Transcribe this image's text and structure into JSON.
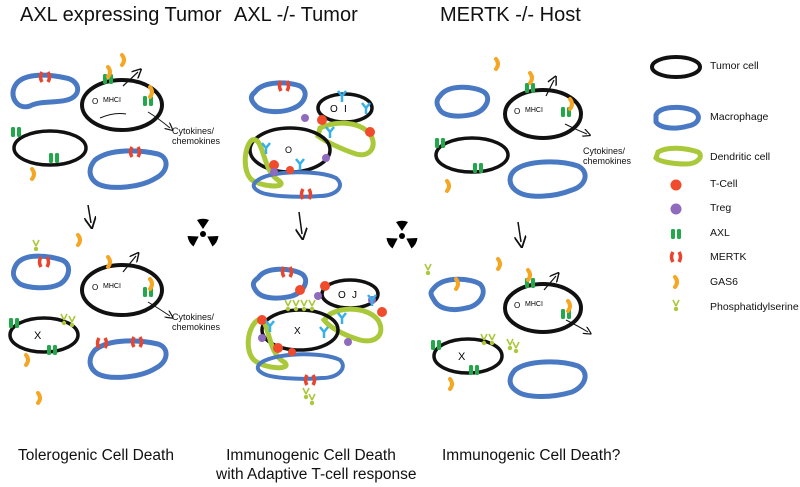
{
  "panels": [
    {
      "title": "AXL expressing Tumor",
      "caption_lines": [
        "Tolerogenic Cell Death"
      ],
      "annotation_top": "Cytokines/\nchemokines",
      "annotation_bottom": "Cytokines/\nchemokines"
    },
    {
      "title": "AXL -/- Tumor",
      "caption_lines": [
        "Immunogenic Cell Death",
        "with Adaptive T-cell response"
      ]
    },
    {
      "title": "MERTK -/- Host",
      "caption_lines": [
        "Immunogenic Cell Death?"
      ],
      "annotation_top": "Cytokines/\nchemokines"
    }
  ],
  "cell_markers": {
    "mhc": "MHCI",
    "dead": "X"
  },
  "legend": [
    {
      "label": "Tumor cell",
      "icon": "tumor-cell-icon",
      "color": "#000000"
    },
    {
      "label": "Macrophage",
      "icon": "macrophage-icon",
      "color": "#4a79c4"
    },
    {
      "label": "Dendritic cell",
      "icon": "dendritic-cell-icon",
      "color": "#a9c83a"
    },
    {
      "label": "T-Cell",
      "icon": "t-cell-icon",
      "color": "#ef4b2c"
    },
    {
      "label": "Treg",
      "icon": "treg-icon",
      "color": "#8f6bbd"
    },
    {
      "label": "AXL",
      "icon": "axl-icon",
      "color": "#22a84a"
    },
    {
      "label": "MERTK",
      "icon": "mertk-icon",
      "color": "#e8452f"
    },
    {
      "label": "GAS6",
      "icon": "gas6-icon",
      "color": "#f5a623"
    },
    {
      "label": "Phosphatidylserine",
      "icon": "phosphatidylserine-icon",
      "color": "#a9c83a"
    }
  ],
  "radiation_symbol": "radiation-icon"
}
